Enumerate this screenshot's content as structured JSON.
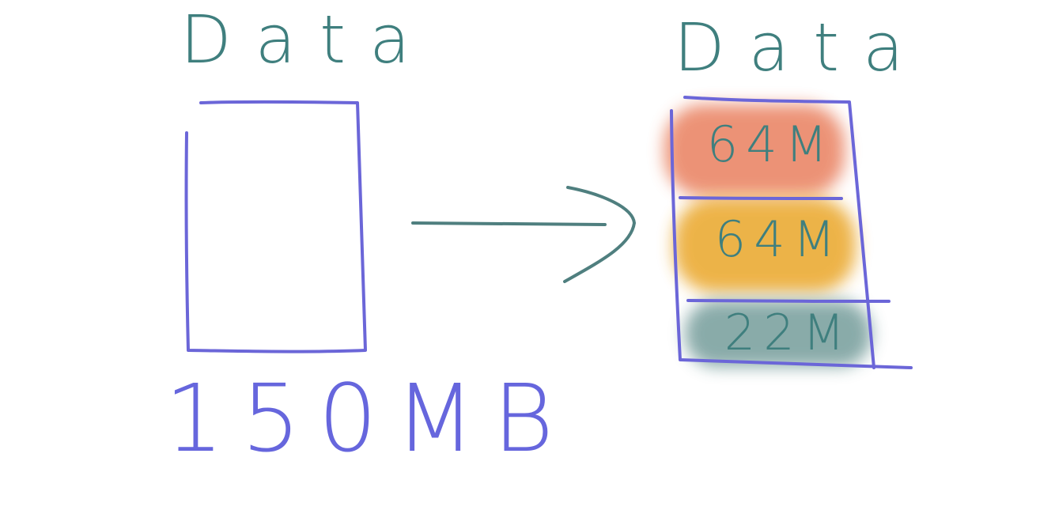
{
  "source": {
    "title": "Data",
    "size_label": "150MB"
  },
  "target": {
    "title": "Data",
    "chunks": [
      {
        "label": "64M",
        "color": "#e9805f"
      },
      {
        "label": "64M",
        "color": "#ebab35"
      },
      {
        "label": "22M",
        "color": "#7da2a0"
      }
    ]
  },
  "colors": {
    "outline": "#6b66d8",
    "ink": "#3f7f7e"
  }
}
